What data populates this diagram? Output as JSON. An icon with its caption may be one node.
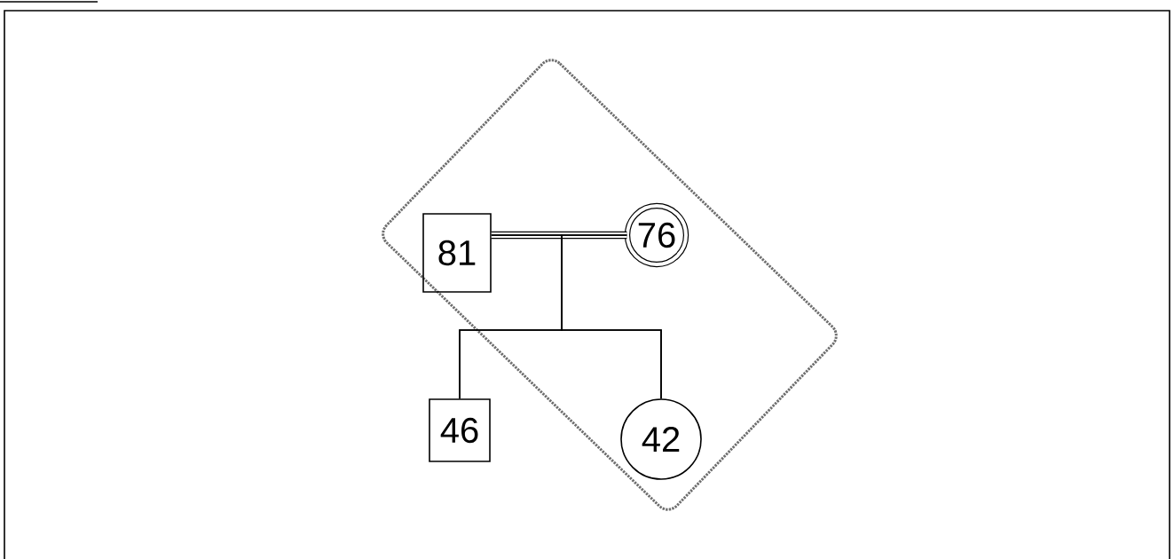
{
  "diagram": {
    "nodes": [
      {
        "text": [],
        "shape": "diamond"
      },
      {
        "text": [
          "81"
        ],
        "in": 0
      },
      {
        "text": [
          "76"
        ],
        "in": 0
      },
      {
        "text": [
          "46"
        ]
      },
      {
        "text": [
          "42"
        ],
        "in": 0
      }
    ],
    "edges": [
      {
        "from": 1,
        "to": 2,
        "arrow": "none",
        "style": "thick"
      },
      {
        "from": 1,
        "to": 3,
        "arrow": "none"
      },
      {
        "from": 1,
        "to": 4,
        "arrow": "none"
      },
      {
        "from": 2,
        "to": 3,
        "arrow": "none"
      },
      {
        "from": 2,
        "to": 4,
        "arrow": "none"
      }
    ]
  }
}
